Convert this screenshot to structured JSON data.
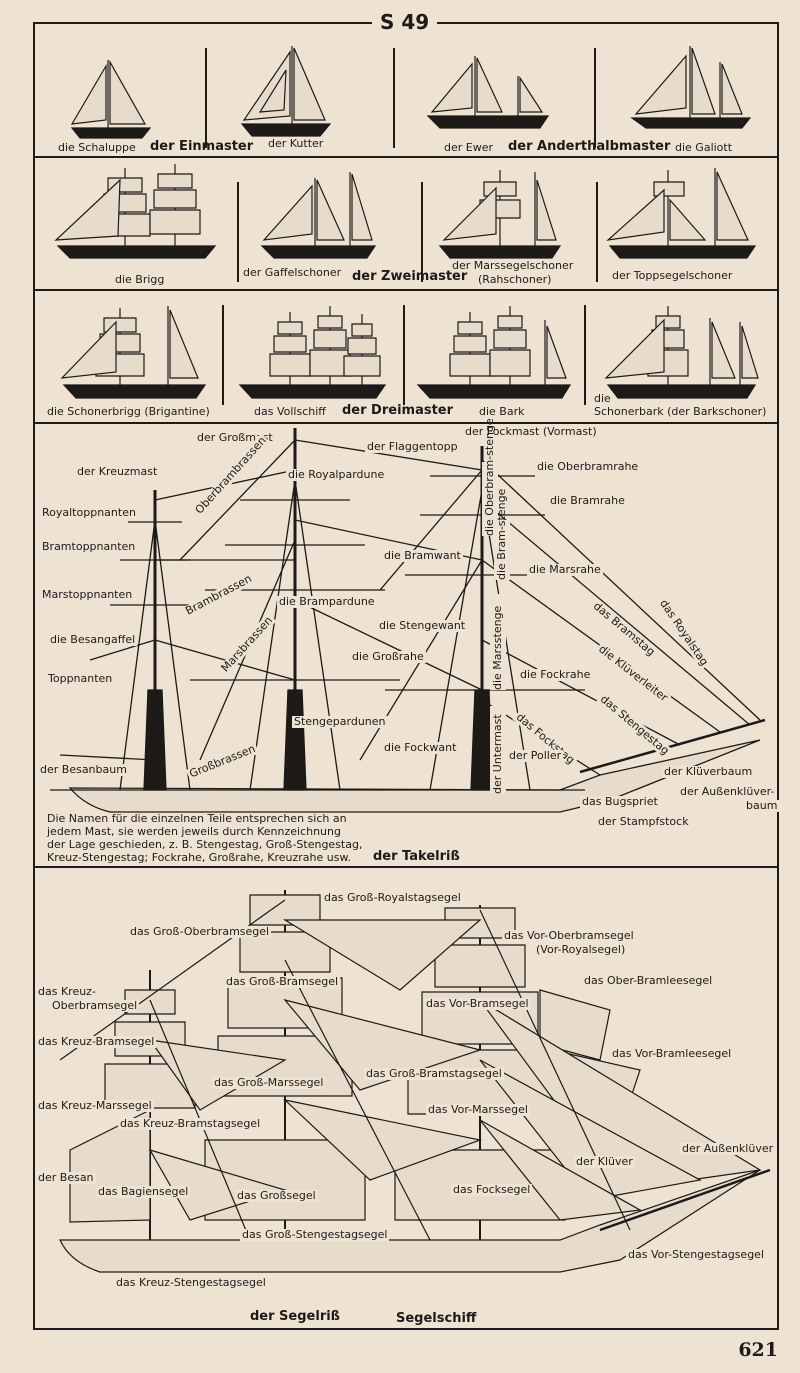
{
  "page": {
    "code": "S 49",
    "number": "621"
  },
  "section1": {
    "schaluppe": "die Schaluppe",
    "einmaster": "der Einmaster",
    "kutter": "der Kutter",
    "ewer": "der Ewer",
    "anderthalbmaster": "der Anderthalbmaster",
    "galiott": "die Galiott"
  },
  "section2": {
    "brigg": "die Brigg",
    "gaffelschoner": "der Gaffelschoner",
    "zweimaster": "der Zweimaster",
    "marssegelschoner": "der Marssegelschoner",
    "rahschoner": "(Rahschoner)",
    "toppsegelschoner": "der Toppsegelschoner"
  },
  "section3": {
    "schonerbrigg": "die Schonerbrigg (Brigantine)",
    "vollschiff": "das Vollschiff",
    "dreimaster": "der Dreimaster",
    "bark": "die Bark",
    "schonerbark_a": "die",
    "schonerbark_b": "Schonerbark (der Barkschoner)"
  },
  "takelriss": {
    "title": "der Takelriß",
    "labels": {
      "grossmast": "der Großmast",
      "fockmast": "der Fockmast (Vormast)",
      "flaggentopp": "der Flaggentopp",
      "kreuzmast": "der Kreuzmast",
      "royalpardune": "die Royalpardune",
      "oberbramrahe": "die Oberbramrahe",
      "royaltoppnanten": "Royaltoppnanten",
      "oberbrambrassen": "Oberbrambrassen",
      "bramrahe": "die Bramrahe",
      "bramtoppnanten": "Bramtoppnanten",
      "bramwant": "die Bramwant",
      "marsrahe": "die Marsrahe",
      "marstoppnanten": "Marstoppnanten",
      "brambrassen": "Brambrassen",
      "brampardune": "die Brampardune",
      "bramstag": "das Bramstag",
      "royalstag": "das Royalstag",
      "stengewant": "die Stengewant",
      "besangaffel": "die Besangaffel",
      "marsbrassen": "Marsbrassen",
      "grossrahe": "die Großrahe",
      "kluverleiter": "die Klüverleiter",
      "toppnanten": "Toppnanten",
      "fockrahe": "die Fockrahe",
      "stengestag": "das Stengestag",
      "stengepardunen": "Stengepardunen",
      "grossbrassen": "Großbrassen",
      "fockwant": "die Fockwant",
      "fockstag": "das Fockstag",
      "poller": "der Poller",
      "besanbaum": "der Besanbaum",
      "kluverbaum": "der Klüverbaum",
      "bugspriet": "das Bugspriet",
      "aussenkluverbaum_a": "der Außenklüver-",
      "aussenkluverbaum_b": "baum",
      "stampfstock": "der Stampfstock",
      "oberbramstenge": "die Oberbram-stenge",
      "bramstenge": "die Bram-stenge",
      "marsstenge": "die Marsstenge",
      "untermast": "der Untermast"
    },
    "note": [
      "Die Namen für die einzelnen Teile entsprechen sich an",
      "jedem Mast, sie werden jeweils durch Kennzeichnung",
      "der Lage geschieden, z. B. Stengestag, Groß-Stengestag,",
      "Kreuz-Stengestag; Fockrahe, Großrahe, Kreuzrahe usw."
    ]
  },
  "segelriss": {
    "title": "der Segelriß",
    "subtitle": "Segelschiff",
    "labels": {
      "gross_royalstagsegel": "das Groß-Royalstagsegel",
      "gross_oberbramsegel": "das Groß-Oberbramsegel",
      "vor_oberbramsegel": "das Vor-Oberbramsegel",
      "vor_royalsegel": "(Vor-Royalsegel)",
      "kreuz_oberbramsegel_a": "das Kreuz-",
      "kreuz_oberbramsegel_b": "Oberbramsegel",
      "gross_bramsegel": "das Groß-Bramsegel",
      "ober_bramleesegel": "das Ober-Bramleesegel",
      "vor_bramsegel": "das Vor-Bramsegel",
      "kreuz_bramsegel": "das Kreuz-Bramsegel",
      "vor_bramleesegel": "das Vor-Bramleesegel",
      "gross_marssegel": "das Groß-Marssegel",
      "gross_bramstagsegel": "das Groß-Bramstagsegel",
      "kreuz_marssegel": "das Kreuz-Marssegel",
      "vor_marssegel": "das Vor-Marssegel",
      "kreuz_bramstagsegel": "das Kreuz-Bramstagsegel",
      "aussenkluver": "der Außenklüver",
      "kluver": "der Klüver",
      "besan": "der Besan",
      "bagiensegel": "das Bagiensegel",
      "grosssegel": "das Großsegel",
      "focksegel": "das Focksegel",
      "gross_stengestagsegel": "das Groß-Stengestagsegel",
      "vor_stengestagsegel": "das Vor-Stengestagsegel",
      "kreuz_stengestagsegel": "das Kreuz-Stengestagsegel"
    }
  },
  "colors": {
    "paper": "#eee3d3",
    "ink": "#1d1a17"
  }
}
